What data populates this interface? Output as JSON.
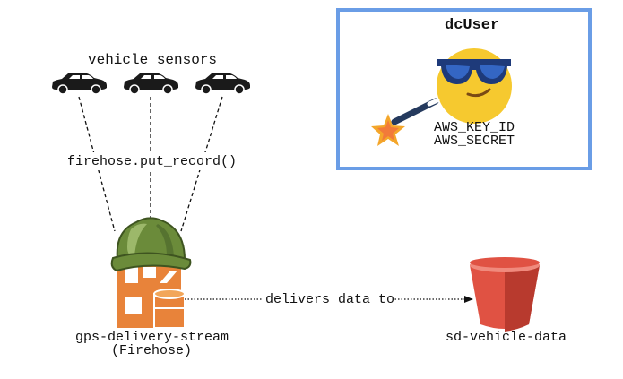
{
  "user": {
    "name": "dcUser",
    "key_id": "AWS_KEY_ID",
    "secret": "AWS_SECRET",
    "box_color": "#6a9de6"
  },
  "sources": {
    "label": "vehicle sensors",
    "icon": "car-icon",
    "count": 3
  },
  "api_call": "firehose.put_record()",
  "stream": {
    "name": "gps-delivery-stream",
    "service": "(Firehose)",
    "icon": "firehose-icon",
    "hat_icon": "hard-hat-icon",
    "color": "#e8833a"
  },
  "edge_label": "delivers data to",
  "bucket": {
    "name": "sd-vehicle-data",
    "icon": "s3-bucket-icon",
    "color": "#e05243"
  },
  "icons": {
    "user_icon": "sunglasses-face-icon",
    "wand_icon": "magic-wand-icon"
  }
}
